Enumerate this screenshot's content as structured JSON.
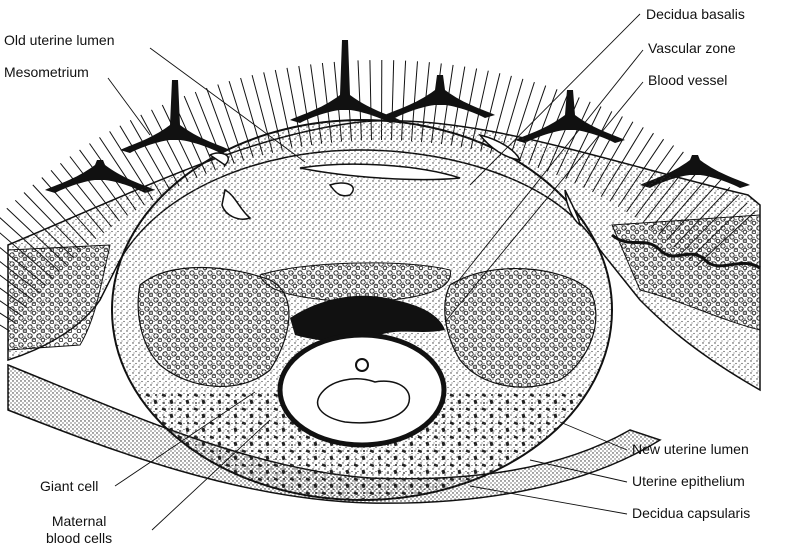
{
  "labels": {
    "old_uterine_lumen": "Old uterine lumen",
    "mesometrium": "Mesometrium",
    "decidua_basalis": "Decidua basalis",
    "vascular_zone": "Vascular zone",
    "blood_vessel": "Blood vessel",
    "new_uterine_lumen": "New uterine lumen",
    "uterine_epithelium": "Uterine epithelium",
    "decidua_capsularis": "Decidua capsularis",
    "giant_cell": "Giant cell",
    "maternal_blood_cells_line1": "Maternal",
    "maternal_blood_cells_line2": "blood cells"
  },
  "colors": {
    "ink": "#111111",
    "paper": "#ffffff",
    "stipple": "#444444"
  }
}
